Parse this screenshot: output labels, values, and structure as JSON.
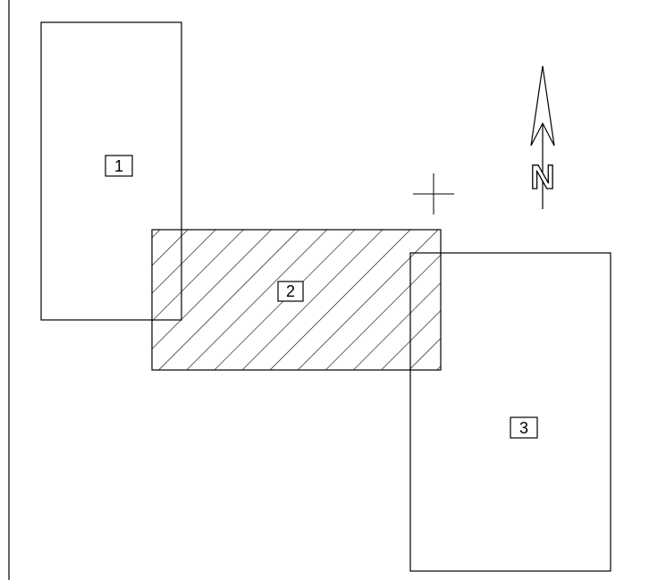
{
  "diagram": {
    "rects": [
      {
        "id": "1",
        "label": "1",
        "hatched": false
      },
      {
        "id": "2",
        "label": "2",
        "hatched": true
      },
      {
        "id": "3",
        "label": "3",
        "hatched": false
      }
    ],
    "north_arrow": {
      "letter": "N"
    },
    "stroke_color": "#000000",
    "background": "#ffffff"
  }
}
